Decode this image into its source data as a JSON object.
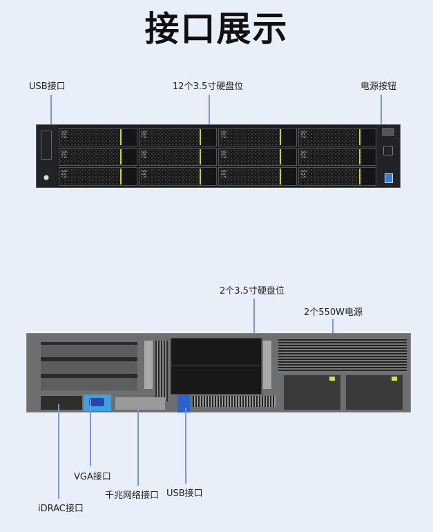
{
  "title": "接口展示",
  "front": {
    "labels": {
      "usb": "USB接口",
      "bays": "12个3.5寸硬盘位",
      "power_button": "电源按钮"
    },
    "drive_label": "SATA 8TB 7.2K",
    "bay_count": 12
  },
  "rear": {
    "labels": {
      "bays": "2个3.5寸硬盘位",
      "psu": "2个550W电源",
      "vga": "VGA接口",
      "network": "千兆网络接口",
      "usb": "USB接口",
      "idrac": "iDRAC接口"
    }
  },
  "colors": {
    "background": "#e9eff9",
    "line": "#7d95e2",
    "vga": "#3da3e0",
    "usb": "#2f62c8",
    "latch": "#d8e03a"
  }
}
